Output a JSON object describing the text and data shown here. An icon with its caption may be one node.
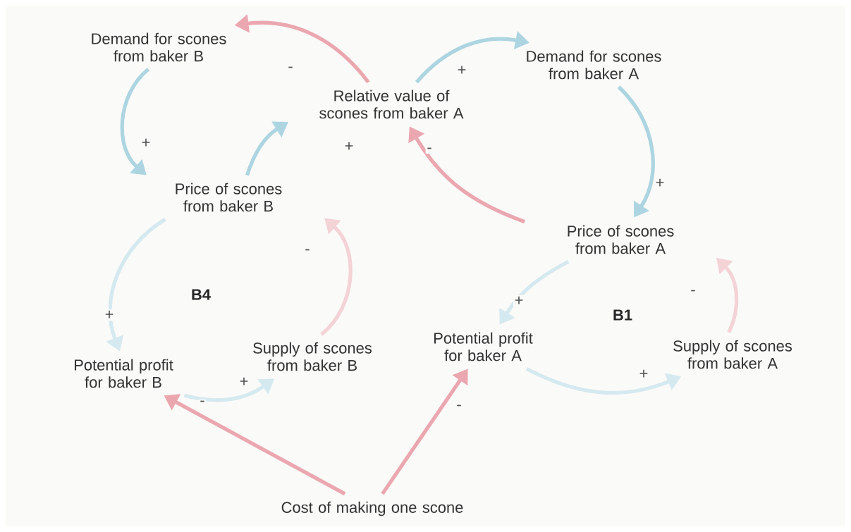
{
  "diagram": {
    "nodes": [
      {
        "text": [
          "Demand for scones from baker B"
        ]
      },
      {
        "text": [
          "Relative value of scones from baker A"
        ]
      },
      {
        "text": [
          "Demand for scones from baker A"
        ]
      },
      {
        "text": [
          "Price of scones from baker B"
        ]
      },
      {
        "text": [
          "Price of scones from baker A"
        ]
      },
      {
        "text": [
          "Supply of scones from baker B"
        ]
      },
      {
        "text": [
          "Potential profit for baker A"
        ]
      },
      {
        "text": [
          "Supply of scones from baker A"
        ]
      },
      {
        "text": [
          "Potential profit for baker B"
        ]
      },
      {
        "text": [
          "Cost of making one scone"
        ]
      }
    ],
    "edges": [
      {
        "from": 1,
        "to": 0,
        "arrow": "to",
        "label": "-",
        "color": "#eba7b0"
      },
      {
        "from": 1,
        "to": 2,
        "arrow": "to",
        "label": "+"
      },
      {
        "from": 2,
        "to": 4,
        "arrow": "to",
        "label": "+"
      },
      {
        "from": 0,
        "to": 3,
        "arrow": "to",
        "label": "+"
      },
      {
        "from": 3,
        "to": 1,
        "arrow": "to",
        "label": "+"
      },
      {
        "from": 4,
        "to": 1,
        "arrow": "to",
        "label": "-",
        "color": "#eba7b0"
      },
      {
        "from": 3,
        "to": 8,
        "arrow": "to",
        "label": "+",
        "color": "#d5e9f0"
      },
      {
        "from": 5,
        "to": 3,
        "arrow": "to",
        "label": "-",
        "color": "#f4d3d7"
      },
      {
        "from": 4,
        "to": 6,
        "arrow": "to",
        "label": "+",
        "color": "#d5e9f0"
      },
      {
        "from": 7,
        "to": 4,
        "arrow": "to",
        "label": "-",
        "color": "#f4d3d7"
      },
      {
        "from": 6,
        "to": 7,
        "arrow": "to",
        "label": "+",
        "color": "#d5e9f0"
      },
      {
        "from": 8,
        "to": 5,
        "arrow": "to",
        "label": "+",
        "color": "#d5e9f0"
      },
      {
        "from": 9,
        "to": 8,
        "arrow": "to",
        "label": "-",
        "color": "#eba7b0"
      },
      {
        "from": 9,
        "to": 6,
        "arrow": "to",
        "label": "-",
        "color": "#eba7b0"
      }
    ],
    "labels": [
      "B4",
      "B1"
    ]
  }
}
